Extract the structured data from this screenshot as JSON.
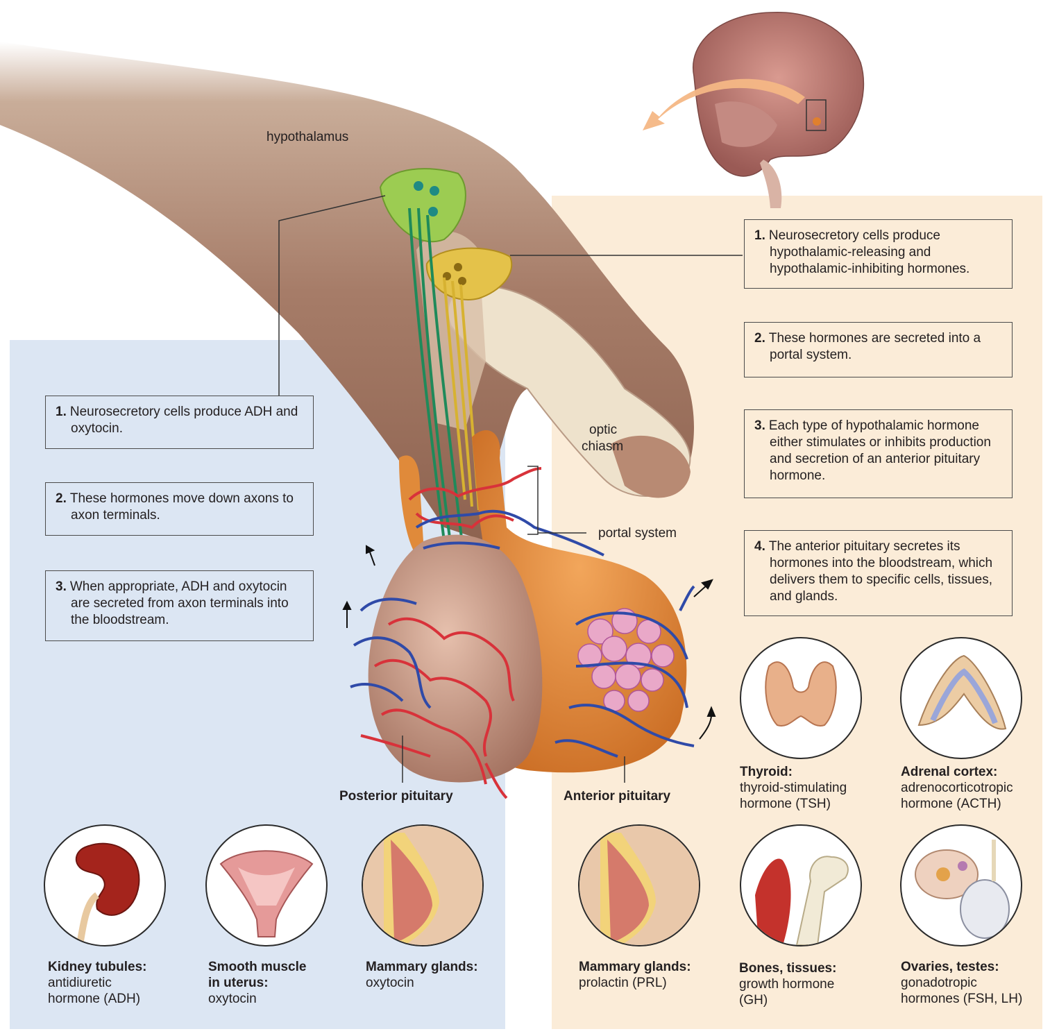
{
  "labels": {
    "hypothalamus": "hypothalamus",
    "optic_chiasm_1": "optic",
    "optic_chiasm_2": "chiasm",
    "portal_system": "portal system",
    "posterior_pituitary": "Posterior pituitary",
    "anterior_pituitary": "Anterior pituitary"
  },
  "left_steps": [
    {
      "num": "1.",
      "text": "Neurosecretory cells produce ADH and oxytocin."
    },
    {
      "num": "2.",
      "text": "These hormones move down axons to axon terminals."
    },
    {
      "num": "3.",
      "text": "When appropriate, ADH and oxytocin are secreted from axon terminals into the bloodstream."
    }
  ],
  "right_steps": [
    {
      "num": "1.",
      "text": "Neurosecretory cells produce hypothalamic-releasing and hypothalamic-inhibiting hormones."
    },
    {
      "num": "2.",
      "text": "These hormones are secreted into a portal system."
    },
    {
      "num": "3.",
      "text": "Each type of hypothalamic hormone either stimulates or inhibits production and secretion of an anterior pituitary hormone."
    },
    {
      "num": "4.",
      "text": "The anterior pituitary secretes its hormones into the bloodstream, which delivers them to specific cells, tissues, and glands."
    }
  ],
  "targets": {
    "thyroid": {
      "title": "Thyroid:",
      "line1": "thyroid-stimulating",
      "line2": "hormone (TSH)"
    },
    "adrenal": {
      "title": "Adrenal cortex:",
      "line1": "adrenocorticotropic",
      "line2": "hormone (ACTH)"
    },
    "kidney": {
      "title": "Kidney tubules:",
      "line1": "antidiuretic",
      "line2": "hormone (ADH)"
    },
    "uterus": {
      "title1": "Smooth muscle",
      "title2": "in uterus:",
      "line1": "oxytocin"
    },
    "mammary_post": {
      "title": "Mammary glands:",
      "line1": "oxytocin"
    },
    "mammary_ant": {
      "title": "Mammary glands:",
      "line1": "prolactin (PRL)"
    },
    "bones": {
      "title": "Bones, tissues:",
      "line1": "growth hormone",
      "line2": "(GH)"
    },
    "gonads": {
      "title": "Ovaries, testes:",
      "line1": "gonadotropic",
      "line2": "hormones (FSH, LH)"
    }
  },
  "colors": {
    "posterior_panel": "#dce6f3",
    "anterior_panel": "#fbecd8",
    "green_neurons": "#9ccc52",
    "yellow_neurons": "#e4c24a",
    "artery": "#d8323a",
    "vein": "#2f4aa8"
  }
}
